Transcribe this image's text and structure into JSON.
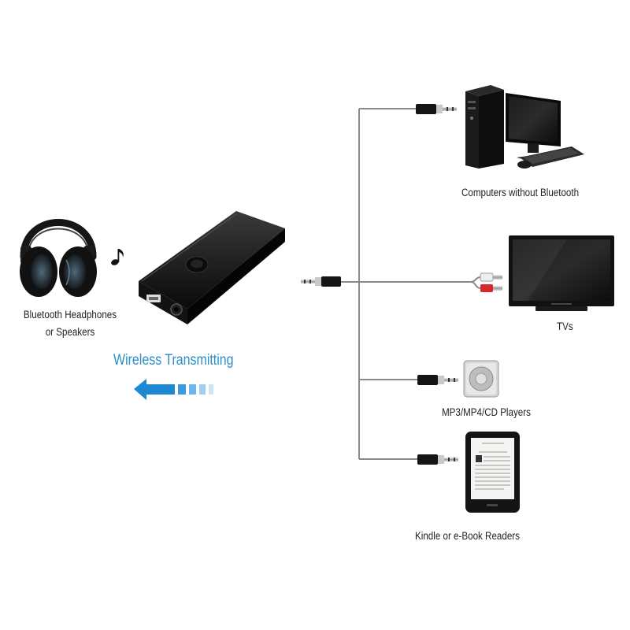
{
  "labels": {
    "headphones_line1": "Bluetooth Headphones",
    "headphones_line2": "or Speakers",
    "wireless": "Wireless Transmitting",
    "computers": "Computers without Bluetooth",
    "tvs": "TVs",
    "mp3": "MP3/MP4/CD Players",
    "kindle": "Kindle or e-Book Readers"
  },
  "icons": {
    "headphones": "headphones-icon",
    "note": "music-note-icon",
    "transmitter": "bluetooth-transmitter-icon",
    "arrow": "arrow-left-icon",
    "computer": "desktop-computer-icon",
    "tv": "tv-icon",
    "mp3": "mp3-player-icon",
    "kindle": "ebook-reader-icon",
    "plug": "audio-jack-plug-icon"
  },
  "colors": {
    "wireless_text": "#2a8fc9",
    "arrow": "#1e88d2",
    "cable": "#8a8a8a",
    "device": "#111111"
  }
}
